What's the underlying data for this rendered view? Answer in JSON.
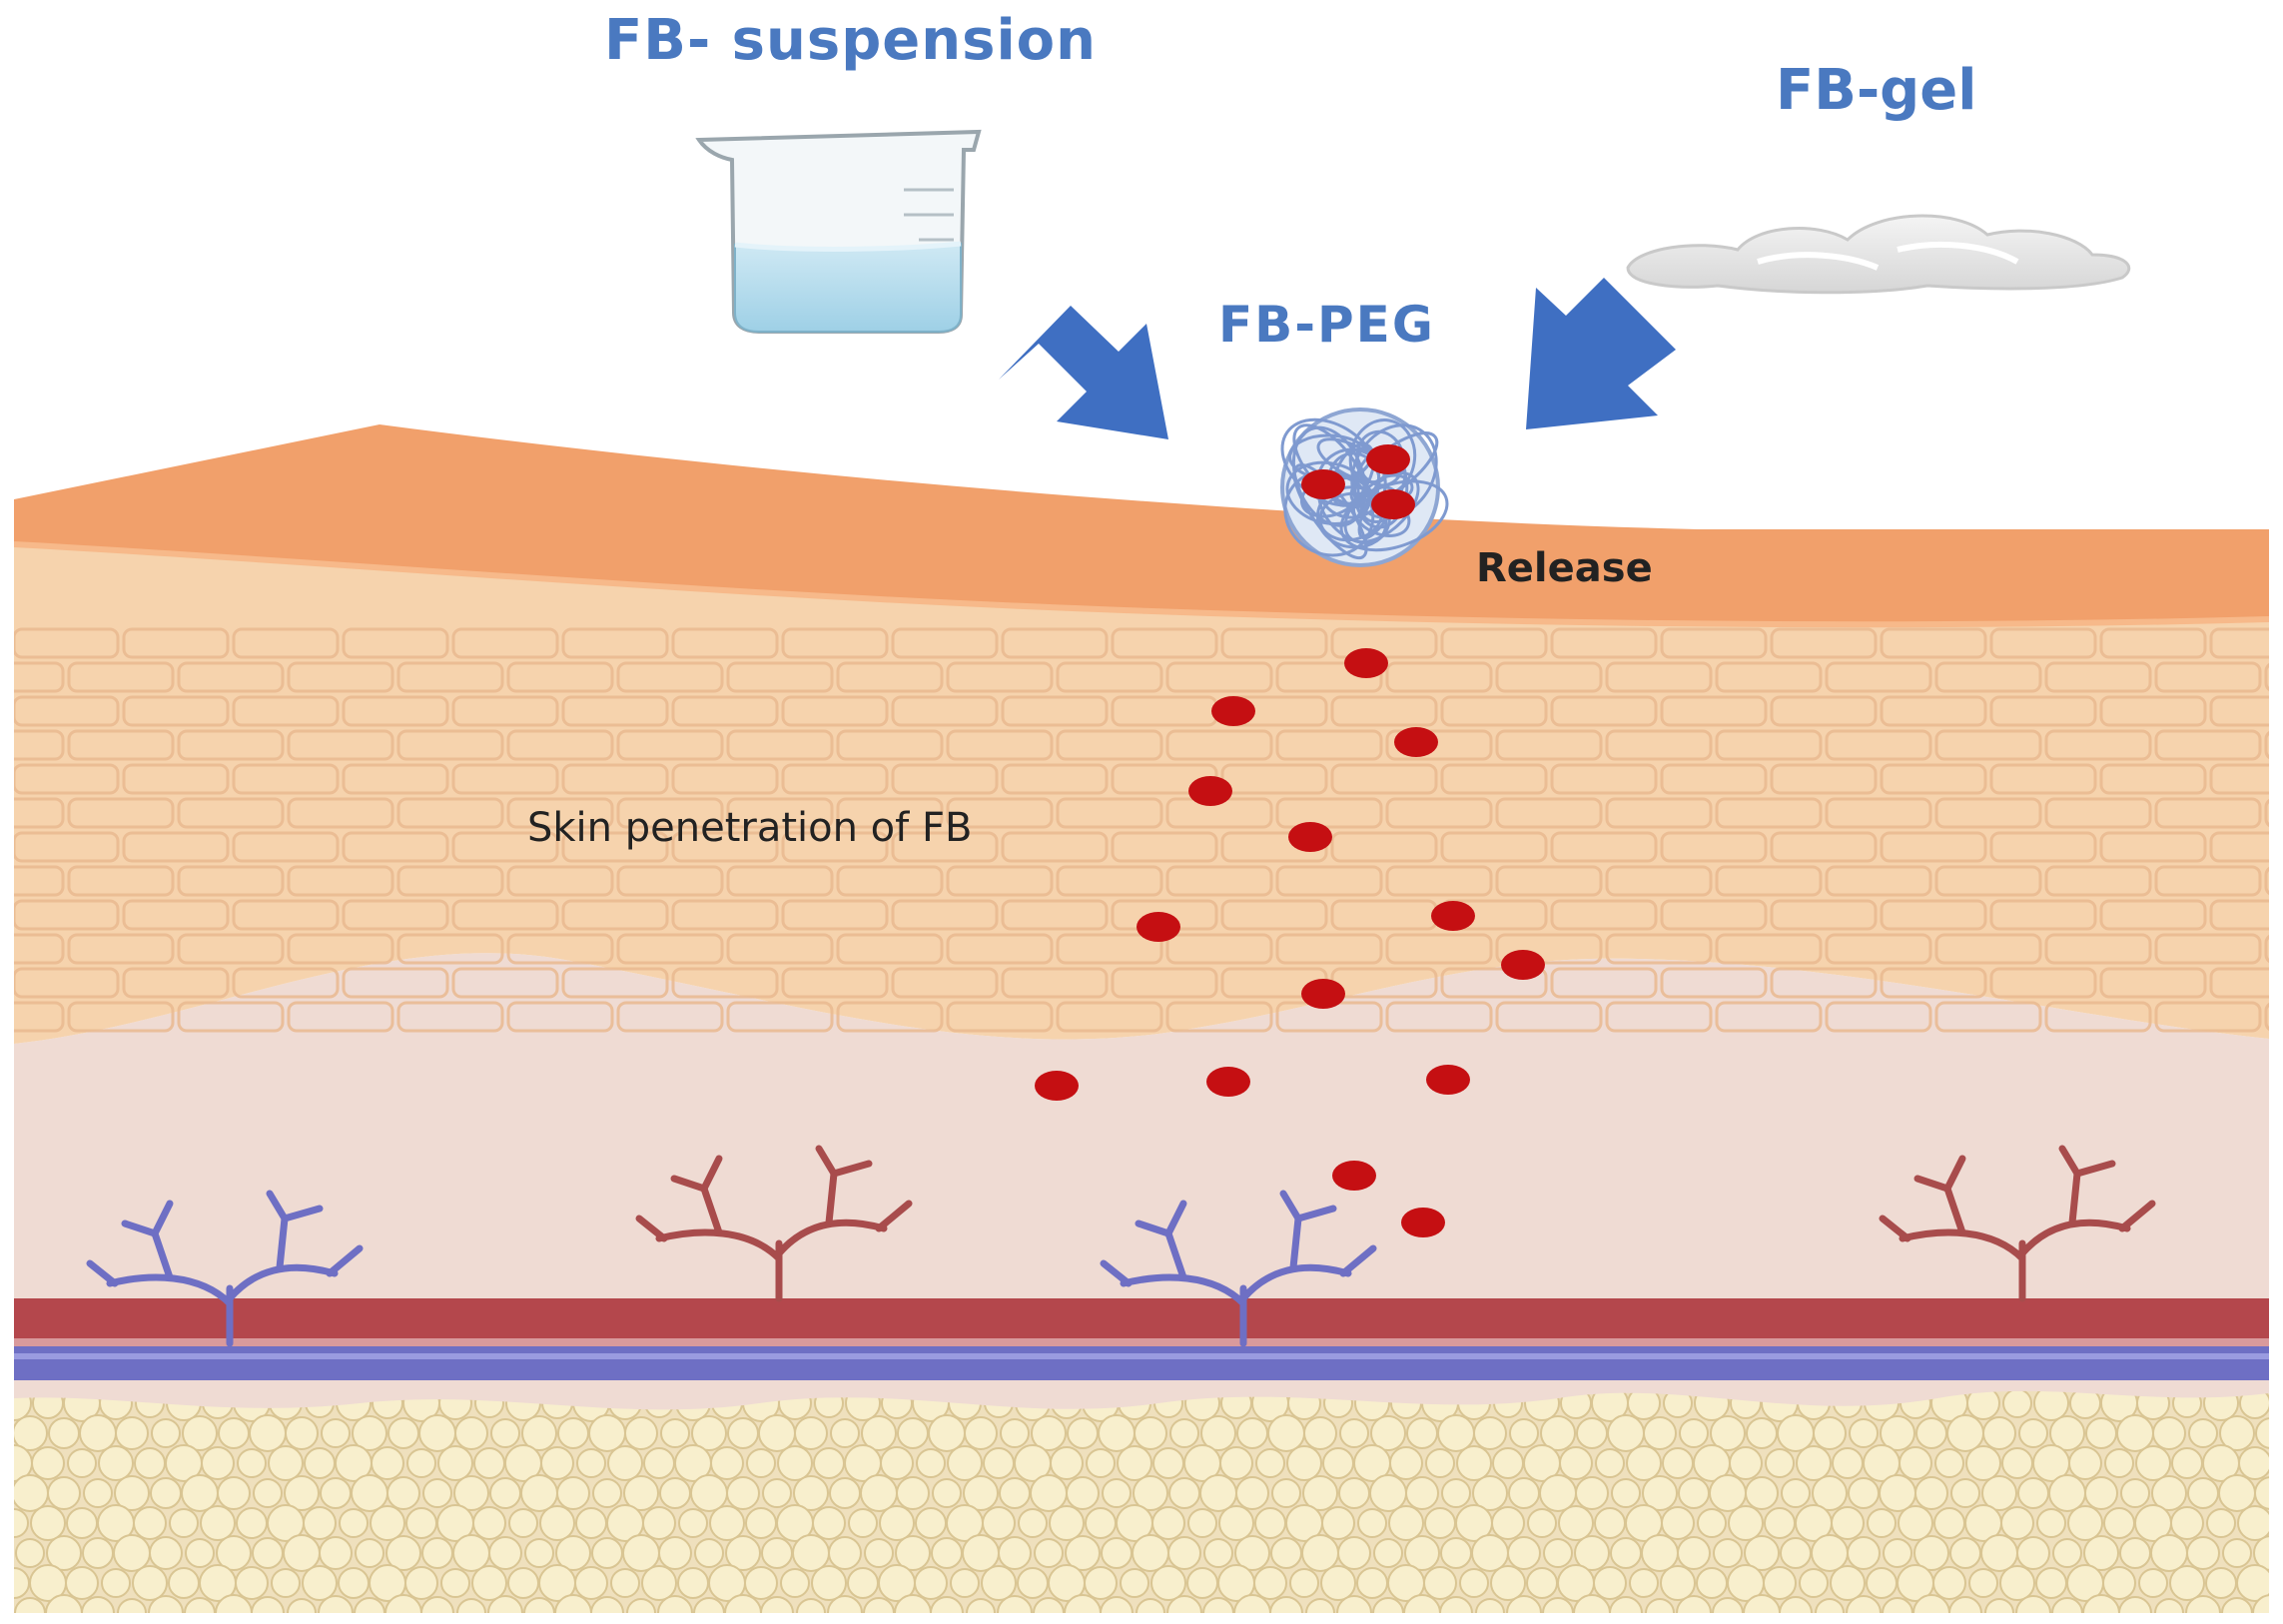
{
  "labels": {
    "suspension": "FB- suspension",
    "gel": "FB-gel",
    "peg": "FB-PEG",
    "release": "Release",
    "penetration": "Skin penetration of FB"
  },
  "colors": {
    "label_blue": "#4a79c0",
    "arrow_blue": "#3f6fc2",
    "drug_red": "#c50f12",
    "artery_red": "#b4474c",
    "vein_blue": "#6e6fc4",
    "stratum_orange": "#f1a06b",
    "epidermis_tan": "#f6d3ad",
    "dermis_pink": "#efdbd3",
    "fat_cream": "#f7ecc8"
  },
  "icons": [
    "beaker-icon",
    "gel-cloud-icon",
    "peg-nanoparticle-icon"
  ]
}
